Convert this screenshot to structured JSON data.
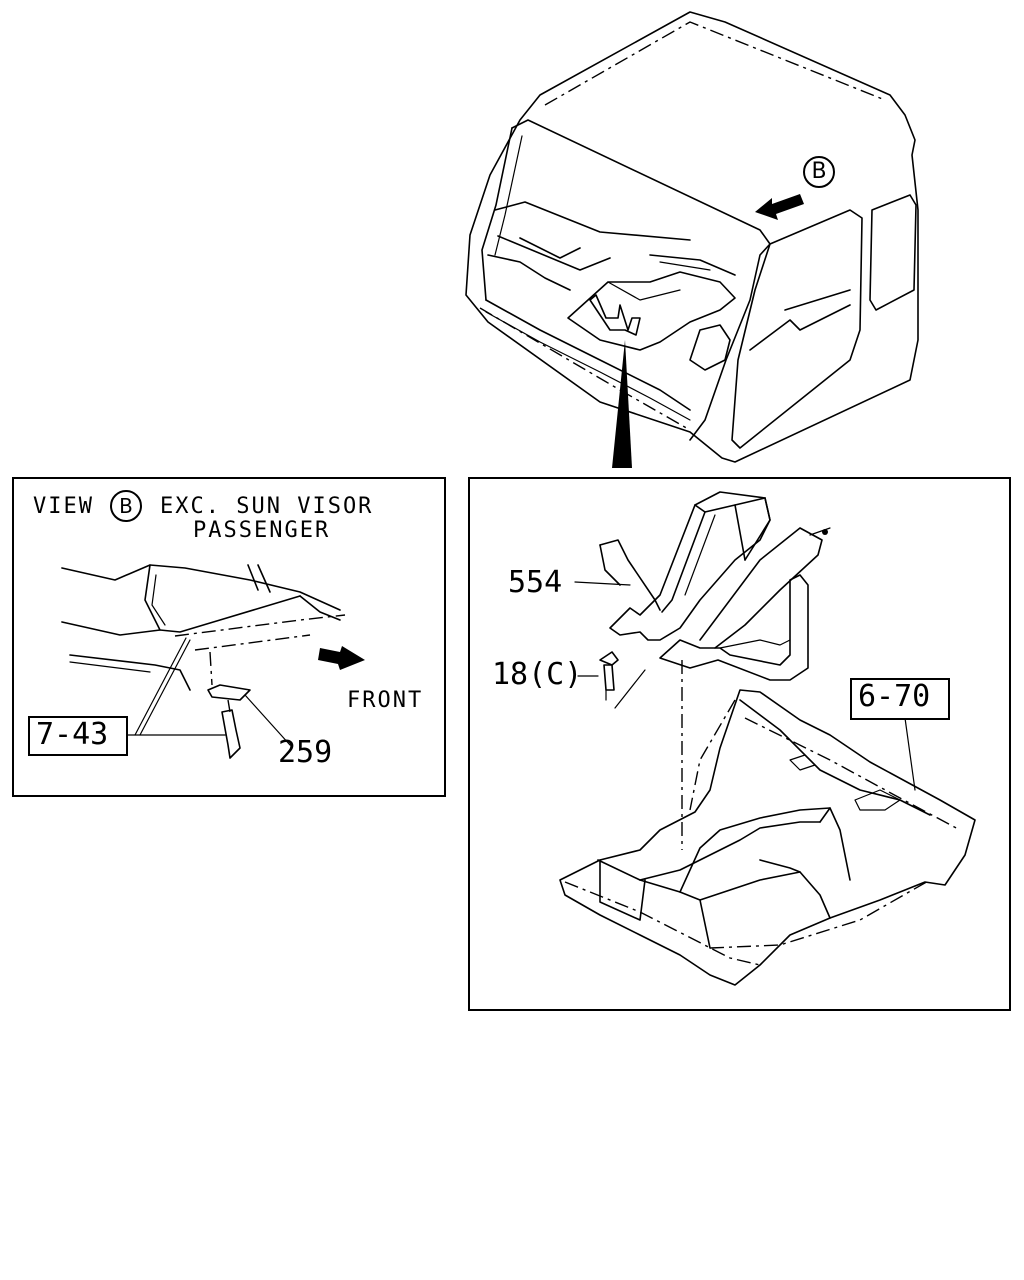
{
  "callouts": {
    "view_word": "VIEW",
    "view_circle": "B",
    "view_exc": "EXC. SUN VISOR",
    "view_passenger": "PASSENGER",
    "front": "FRONT",
    "cab_circle": "B"
  },
  "part_labels": {
    "p554": "554",
    "p18c": "18(C)",
    "p670": "6-70",
    "p743": "7-43",
    "p259": "259"
  }
}
